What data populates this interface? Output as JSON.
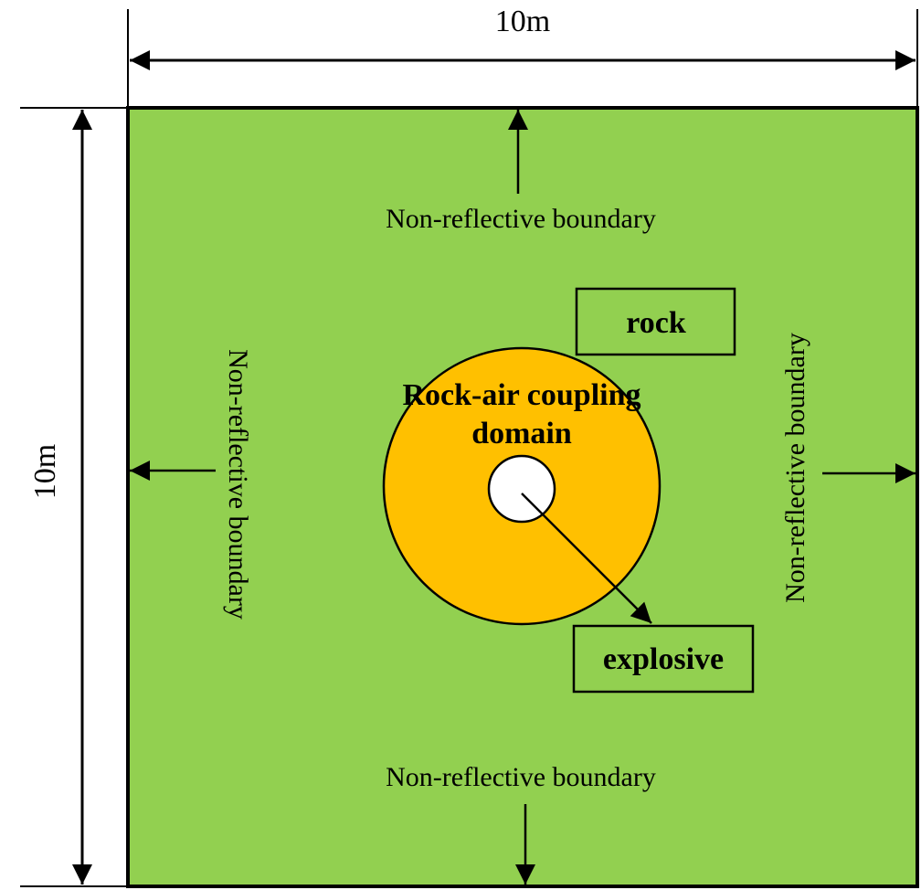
{
  "dimensions": {
    "width": "10m",
    "height": "10m"
  },
  "boundaries": {
    "top": "Non-reflective boundary",
    "bottom": "Non-reflective boundary",
    "left": "Non-reflective boundary",
    "right": "Non-reflective boundary"
  },
  "regions": {
    "rock": "rock",
    "coupling_line1": "Rock-air coupling",
    "coupling_line2": "domain",
    "explosive": "explosive"
  },
  "colors": {
    "rock_fill": "#92d050",
    "coupling_fill": "#ffc000",
    "borehole_fill": "#ffffff",
    "stroke": "#000000"
  }
}
